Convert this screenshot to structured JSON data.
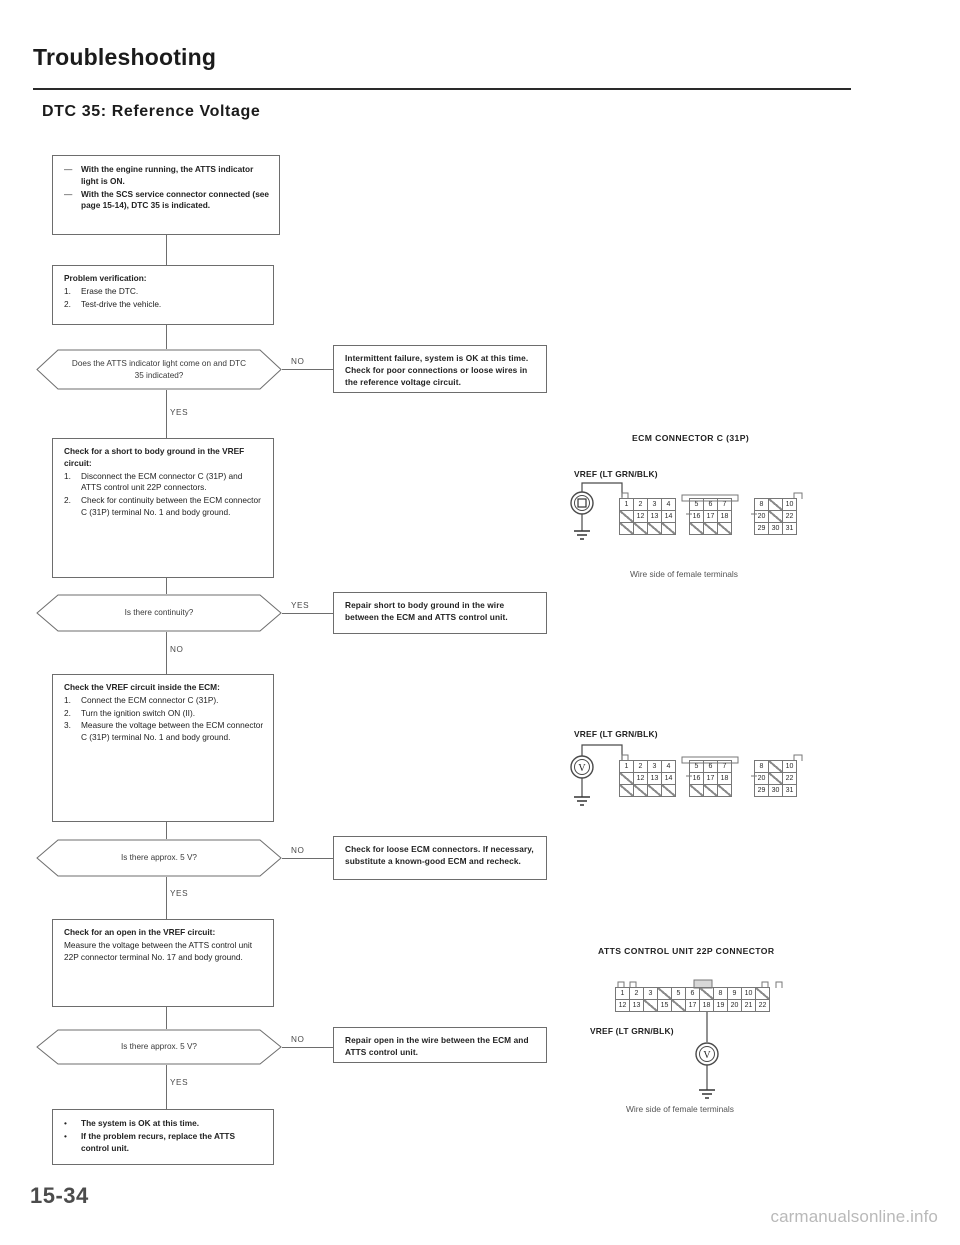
{
  "header": {
    "title": "Troubleshooting",
    "section_title": "DTC 35: Reference Voltage"
  },
  "flow": {
    "symptom": {
      "lines": [
        "With the engine running, the ATTS indicator light is ON.",
        "With the SCS service connector connected (see page 15-14), DTC 35 is indicated."
      ],
      "marker": "—"
    },
    "problem_verification": {
      "heading": "Problem verification:",
      "steps": [
        {
          "marker": "1.",
          "text": "Erase the DTC."
        },
        {
          "marker": "2.",
          "text": "Test-drive the vehicle."
        }
      ]
    },
    "decision_1": {
      "question": "Does the ATTS indicator light come on and DTC 35 indicated?",
      "no_label": "NO",
      "yes_label": "YES"
    },
    "result_1": {
      "text": "Intermittent failure, system is OK at this time. Check for poor connections or loose wires in the reference voltage circuit."
    },
    "check_short": {
      "heading": "Check for a short to body ground in the VREF circuit:",
      "steps": [
        {
          "marker": "1.",
          "text": "Disconnect the ECM connector C (31P) and ATTS control unit 22P connectors."
        },
        {
          "marker": "2.",
          "text": "Check for continuity between the ECM connector C (31P) terminal No. 1 and body ground."
        }
      ]
    },
    "decision_2": {
      "question": "Is there continuity?",
      "yes_label": "YES",
      "no_label": "NO"
    },
    "result_2": {
      "text": "Repair short to body ground in the wire between the ECM and ATTS control unit."
    },
    "check_ecm": {
      "heading": "Check the VREF circuit inside the ECM:",
      "steps": [
        {
          "marker": "1.",
          "text": "Connect the ECM connector C (31P)."
        },
        {
          "marker": "2.",
          "text": "Turn the ignition switch ON (II)."
        },
        {
          "marker": "3.",
          "text": "Measure the voltage between the ECM connector C (31P) terminal No. 1 and body ground."
        }
      ]
    },
    "decision_3": {
      "question": "Is there approx. 5 V?",
      "no_label": "NO",
      "yes_label": "YES"
    },
    "result_3": {
      "text": "Check for loose ECM connectors. If necessary, substitute a known-good ECM and recheck."
    },
    "check_open": {
      "heading": "Check for an open in the VREF circuit:",
      "body": "Measure the voltage between the ATTS control unit 22P connector terminal No. 17 and body ground."
    },
    "decision_4": {
      "question": "Is there approx. 5 V?",
      "no_label": "NO",
      "yes_label": "YES"
    },
    "result_4": {
      "text": "Repair open in the wire between the ECM and ATTS control unit."
    },
    "conclusion": {
      "marker": "•",
      "lines": [
        "The system is OK at this time.",
        "If the problem recurs, replace the ATTS control unit."
      ]
    }
  },
  "diagrams": [
    {
      "title": "ECM CONNECTOR C (31P)",
      "wire_label": "VREF (LT GRN/BLK)",
      "caption": "Wire side of female terminals",
      "meter": "ohmmeter",
      "meter_symbol": "Ω",
      "groups": [
        {
          "rows": [
            [
              "1",
              "2",
              "3",
              "4"
            ],
            [
              "",
              "12",
              "13",
              "14"
            ],
            [
              "",
              "",
              "",
              ""
            ]
          ]
        },
        {
          "rows": [
            [
              "5",
              "6",
              "7"
            ],
            [
              "16",
              "17",
              "18"
            ],
            [
              "",
              "",
              ""
            ]
          ]
        },
        {
          "rows": [
            [
              "8",
              "",
              "10"
            ],
            [
              "20",
              "",
              "22"
            ],
            [
              "29",
              "30",
              "31"
            ]
          ]
        }
      ]
    },
    {
      "title": "",
      "wire_label": "VREF (LT GRN/BLK)",
      "caption": "",
      "meter": "voltmeter",
      "meter_symbol": "V",
      "groups": [
        {
          "rows": [
            [
              "1",
              "2",
              "3",
              "4"
            ],
            [
              "",
              "12",
              "13",
              "14"
            ],
            [
              "",
              "",
              "",
              ""
            ]
          ]
        },
        {
          "rows": [
            [
              "5",
              "6",
              "7"
            ],
            [
              "16",
              "17",
              "18"
            ],
            [
              "",
              "",
              ""
            ]
          ]
        },
        {
          "rows": [
            [
              "8",
              "",
              "10"
            ],
            [
              "20",
              "",
              "22"
            ],
            [
              "29",
              "30",
              "31"
            ]
          ]
        }
      ]
    },
    {
      "title": "ATTS CONTROL UNIT 22P CONNECTOR",
      "wire_label": "VREF (LT GRN/BLK)",
      "caption": "Wire side of female terminals",
      "meter": "voltmeter",
      "meter_symbol": "V",
      "rows": [
        [
          "1",
          "2",
          "3",
          "",
          "5",
          "6",
          "",
          "8",
          "9",
          "10",
          ""
        ],
        [
          "12",
          "13",
          "",
          "15",
          "",
          "17",
          "18",
          "19",
          "20",
          "21",
          "22"
        ]
      ]
    }
  ],
  "footer": {
    "page_number": "15-34",
    "watermark": "carmanualsonline.info"
  }
}
